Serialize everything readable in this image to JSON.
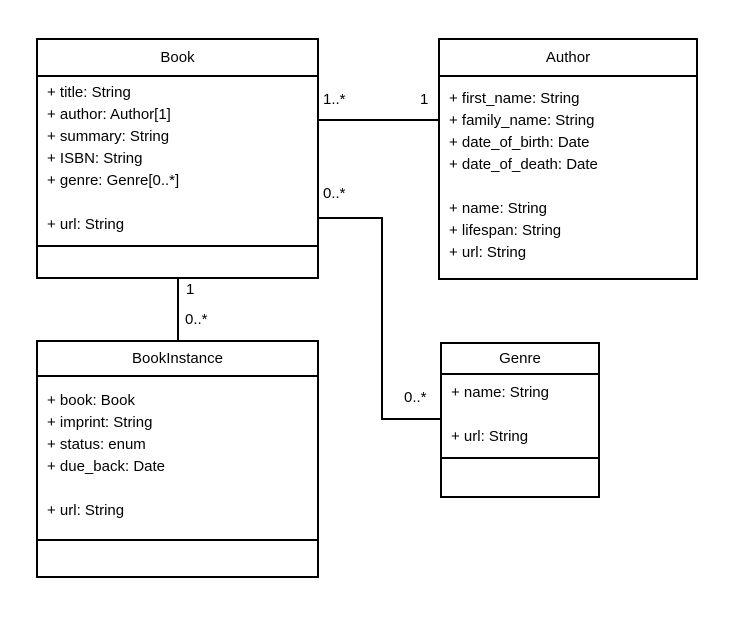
{
  "diagram": {
    "kind": "uml-class-diagram",
    "colors": {
      "background": "#ffffff",
      "line": "#000000",
      "box_fill": "#ffffff",
      "text": "#000000"
    },
    "classes": {
      "book": {
        "name": "Book",
        "attributes": [
          "+ title: String",
          "+ author: Author[1]",
          "+ summary: String",
          "+ ISBN: String",
          "+ genre: Genre[0..*]",
          "",
          "+ url: String"
        ]
      },
      "author": {
        "name": "Author",
        "attributes": [
          "+ first_name: String",
          "+ family_name: String",
          "+ date_of_birth: Date",
          "+ date_of_death: Date",
          "",
          "+ name: String",
          "+ lifespan: String",
          "+ url: String"
        ]
      },
      "bookinstance": {
        "name": "BookInstance",
        "attributes": [
          "+ book: Book",
          "+ imprint: String",
          "+ status: enum",
          "+ due_back: Date",
          "",
          "+ url: String"
        ]
      },
      "genre": {
        "name": "Genre",
        "attributes": [
          "+ name: String",
          "",
          "+ url: String"
        ]
      }
    },
    "associations": {
      "book_author": {
        "from": "Book",
        "to": "Author",
        "label_from": "1..*",
        "label_to": "1"
      },
      "book_bookinstance": {
        "from": "Book",
        "to": "BookInstance",
        "label_from": "1",
        "label_to": "0..*"
      },
      "book_genre": {
        "from": "Book",
        "to": "Genre",
        "label_from": "0..*",
        "label_to": "0..*"
      }
    }
  }
}
